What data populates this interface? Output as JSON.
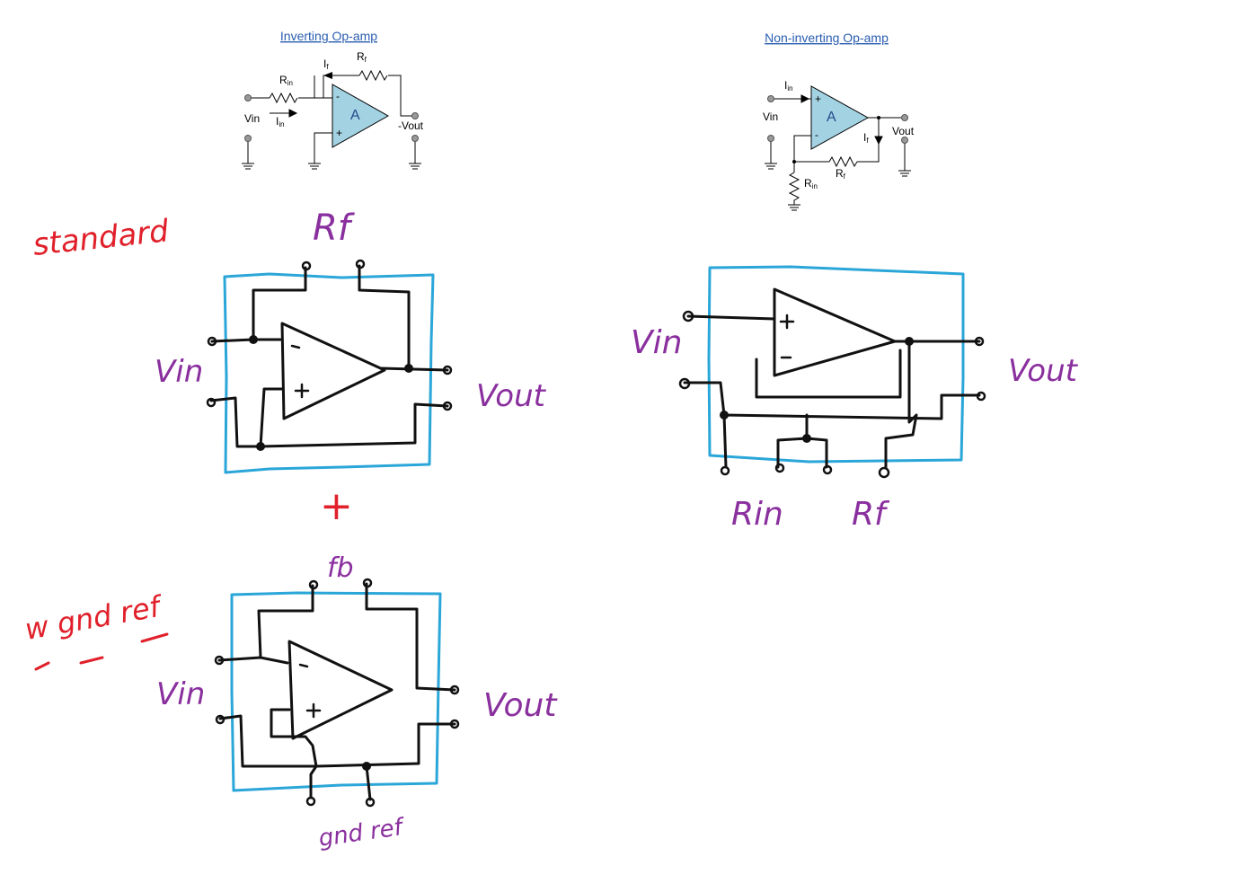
{
  "colors": {
    "link": "#2a5db0",
    "opamp_fill": "#a3d3e3",
    "box": "#2aa6d8",
    "hand_purple": "#8a2f9e",
    "hand_red": "#e0202a",
    "ink": "#111111"
  },
  "inverting": {
    "title": "Inverting Op-amp",
    "rin": "R",
    "rin_sub": "in",
    "if": "I",
    "if_sub": "f",
    "rf": "R",
    "rf_sub": "f",
    "iin": "I",
    "iin_sub": "in",
    "vin": "Vin",
    "vout": "-Vout",
    "amp": "A",
    "minus": "-",
    "plus": "+"
  },
  "noninverting": {
    "title": "Non-inverting Op-amp",
    "iin": "I",
    "iin_sub": "in",
    "vin": "Vin",
    "vout": "Vout",
    "if": "I",
    "if_sub": "f",
    "rf": "R",
    "rf_sub": "f",
    "rin": "R",
    "rin_sub": "in",
    "amp": "A",
    "minus": "-",
    "plus": "+"
  },
  "sketches": {
    "standard": "standard",
    "rf_top": "Rf",
    "vin_1": "Vin",
    "vout_1": "Vout",
    "plus_between": "+",
    "fb": "fb",
    "w_gnd_ref": "w gnd ref",
    "vin_2": "Vin",
    "vout_2": "Vout",
    "gnd_ref": "gnd ref",
    "vin_3": "Vin",
    "vout_3": "Vout",
    "rin": "Rin",
    "rf": "Rf"
  }
}
